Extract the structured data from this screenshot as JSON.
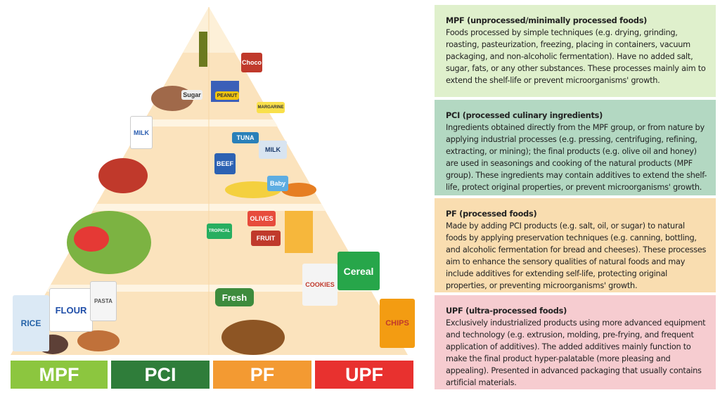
{
  "pyramid_labels": [
    {
      "label": "MPF",
      "color": "#8cc63f"
    },
    {
      "label": "PCI",
      "color": "#2f7d3a"
    },
    {
      "label": "PF",
      "color": "#f39a32"
    },
    {
      "label": "UPF",
      "color": "#e8312f"
    }
  ],
  "food_items": {
    "sugar": "Sugar",
    "peanut": "PEANUT",
    "margarine": "MARGARINE",
    "choco": "Choco",
    "milk": "MILK",
    "tuna": "TUNA",
    "beef": "BEEF",
    "baby": "Baby",
    "olives": "OLIVES",
    "fruit": "FRUIT",
    "tropical": "TROPICAL",
    "fresh": "Fresh",
    "cookies": "COOKIES",
    "cereal": "Cereal",
    "chips": "CHIPS",
    "flour": "FLOUR",
    "rice": "RICE",
    "pasta": "PASTA"
  },
  "descriptions": [
    {
      "title": "MPF (unprocessed/minimally processed foods)",
      "text": "Foods processed by simple techniques (e.g. drying, grinding, roasting, pasteurization, freezing, placing in containers, vacuum packaging, and non-alcoholic fermentation). Have no added salt, sugar, fats, or any other substances. These processes mainly aim to extend the shelf-life or prevent microorganisms' growth.",
      "color": "#dff0cc"
    },
    {
      "title": "PCI (processed culinary ingredients)",
      "text": "Ingredients obtained directly from the MPF group, or from nature by applying industrial processes (e.g. pressing, centrifuging, refining, extracting, or mining); the final products (e.g. olive oil and honey) are used in seasonings and cooking of the natural products (MPF group). These ingredients may contain additives to extend the shelf-life, protect original properties, or prevent microorganisms' growth.",
      "color": "#b3d8c2"
    },
    {
      "title": "PF (processed foods)",
      "text": "Made by adding PCI products (e.g. salt, oil, or sugar) to natural foods by applying preservation techniques (e.g. canning, bottling, and alcoholic fermentation for bread and cheeses). These processes aim to enhance the sensory qualities of natural foods and may include additives for extending self-life, protecting original properties, or preventing microorganisms' growth.",
      "color": "#f9ddb0"
    },
    {
      "title": "UPF (ultra-processed foods)",
      "text": "Exclusively industrialized products using more advanced equipment and technology (e.g. extrusion, molding, pre-frying, and frequent application of additives). The added additives mainly function to make the final product hyper-palatable (more pleasing and appealing). Presented in advanced packaging that usually contains artificial materials.",
      "color": "#f6ccd0"
    }
  ]
}
